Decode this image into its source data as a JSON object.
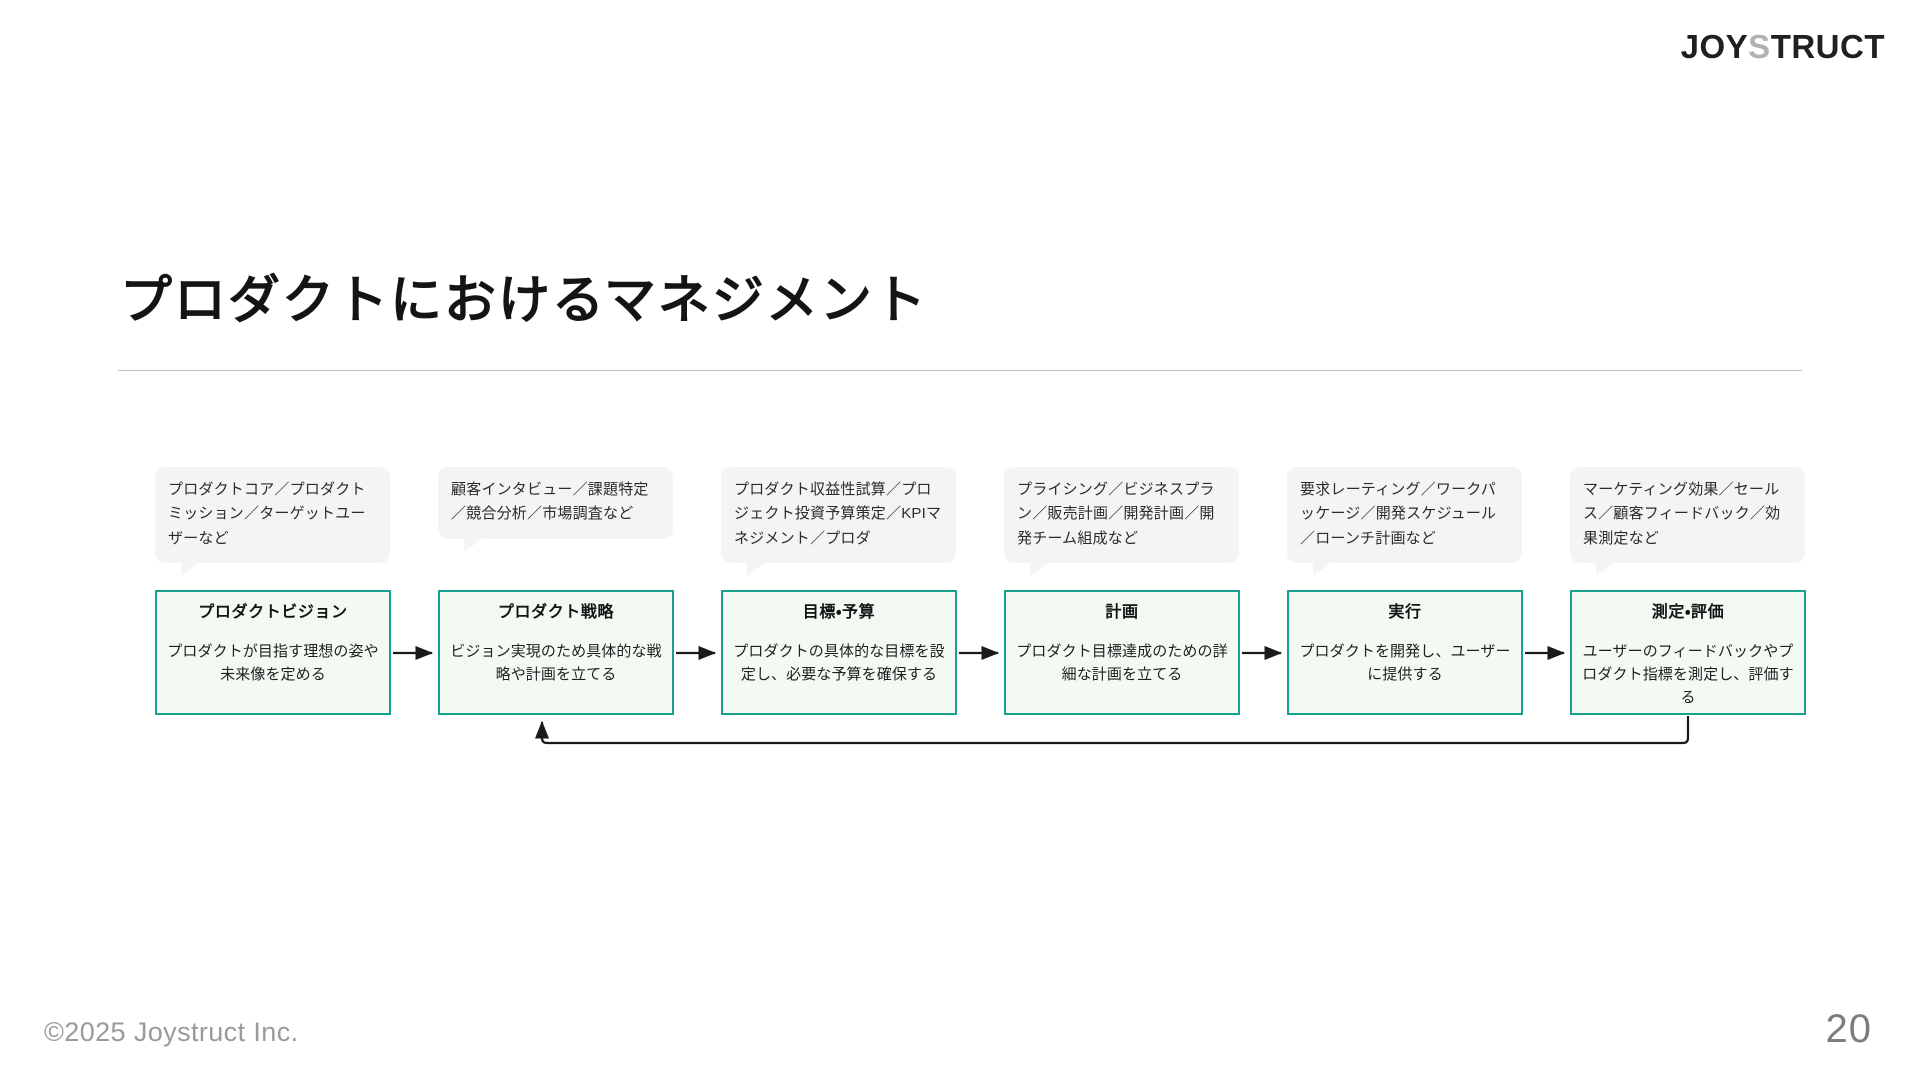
{
  "logo": {
    "part1": "JOY",
    "part2": "S",
    "part3": "TRUCT"
  },
  "slide": {
    "title": "プロダクトにおけるマネジメント",
    "page_number": "20",
    "copyright": "©2025 Joystruct Inc."
  },
  "colors": {
    "box_border": "#17a18f",
    "box_fill": "#f3faf3",
    "callout_fill": "#f4f4f4",
    "arrow": "#1a1a1a",
    "rule": "#bdbdbd",
    "logo_accent": "#b2b2b2"
  },
  "flow": {
    "stages": [
      {
        "title": "プロダクトビジョン",
        "desc": "プロダクトが目指す理想の姿や未来像を定める",
        "callout": "プロダクトコア／プロダクトミッション／ターゲットユーザーなど"
      },
      {
        "title": "プロダクト戦略",
        "desc": "ビジョン実現のため具体的な戦略や計画を立てる",
        "callout": "顧客インタビュー／課題特定／競合分析／市場調査など"
      },
      {
        "title": "目標・予算",
        "desc": "プロダクトの具体的な目標を設定し、必要な予算を確保する",
        "callout": "プロダクト収益性試算／プロジェクト投資予算策定／KPIマネジメント／プロダ"
      },
      {
        "title": "計画",
        "desc": "プロダクト目標達成のための詳細な計画を立てる",
        "callout": "プライシング／ビジネスプラン／販売計画／開発計画／開発チーム組成など"
      },
      {
        "title": "実行",
        "desc": "プロダクトを開発し、ユーザーに提供する",
        "callout": "要求レーティング／ワークパッケージ／開発スケジュール／ローンチ計画など"
      },
      {
        "title": "測定・評価",
        "desc": "ユーザーのフィードバックやプロダクト指標を測定し、評価する",
        "callout": "マーケティング効果／セールス／顧客フィードバック／効果測定など"
      }
    ]
  }
}
